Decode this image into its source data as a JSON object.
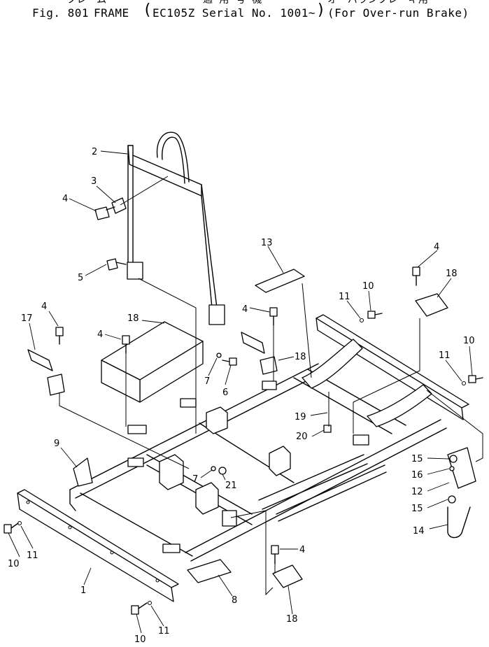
{
  "header": {
    "top_line": {
      "left": "フレーム",
      "mid": "適 用 号 機",
      "right": "オーバランブレーキ用"
    },
    "fig_label": "Fig. 801",
    "title": "FRAME",
    "serial_open": "(",
    "serial": "EC105Z Serial No. 1001~",
    "serial_close": ")",
    "variant": "(For Over-run Brake)"
  },
  "callouts": [
    {
      "id": "c2",
      "text": "2"
    },
    {
      "id": "c3",
      "text": "3"
    },
    {
      "id": "c4a",
      "text": "4"
    },
    {
      "id": "c5",
      "text": "5"
    },
    {
      "id": "c13",
      "text": "13"
    },
    {
      "id": "c4b",
      "text": "4"
    },
    {
      "id": "c18a",
      "text": "18"
    },
    {
      "id": "c11a",
      "text": "11"
    },
    {
      "id": "c10a",
      "text": "10"
    },
    {
      "id": "c4c",
      "text": "4"
    },
    {
      "id": "c18b",
      "text": "18"
    },
    {
      "id": "c4d",
      "text": "4"
    },
    {
      "id": "c17",
      "text": "17"
    },
    {
      "id": "c4e",
      "text": "4"
    },
    {
      "id": "c18c",
      "text": "18"
    },
    {
      "id": "c7a",
      "text": "7"
    },
    {
      "id": "c6",
      "text": "6"
    },
    {
      "id": "c10b",
      "text": "10"
    },
    {
      "id": "c11b",
      "text": "11"
    },
    {
      "id": "c19",
      "text": "19"
    },
    {
      "id": "c20",
      "text": "20"
    },
    {
      "id": "c9",
      "text": "9"
    },
    {
      "id": "c7b",
      "text": "7"
    },
    {
      "id": "c21",
      "text": "21"
    },
    {
      "id": "c15a",
      "text": "15"
    },
    {
      "id": "c16",
      "text": "16"
    },
    {
      "id": "c12",
      "text": "12"
    },
    {
      "id": "c15b",
      "text": "15"
    },
    {
      "id": "c14",
      "text": "14"
    },
    {
      "id": "c1",
      "text": "1"
    },
    {
      "id": "c10c",
      "text": "10"
    },
    {
      "id": "c11c",
      "text": "11"
    },
    {
      "id": "c4f",
      "text": "4"
    },
    {
      "id": "c8",
      "text": "8"
    },
    {
      "id": "c18d",
      "text": "18"
    },
    {
      "id": "c10d",
      "text": "10"
    },
    {
      "id": "c11d",
      "text": "11"
    }
  ]
}
